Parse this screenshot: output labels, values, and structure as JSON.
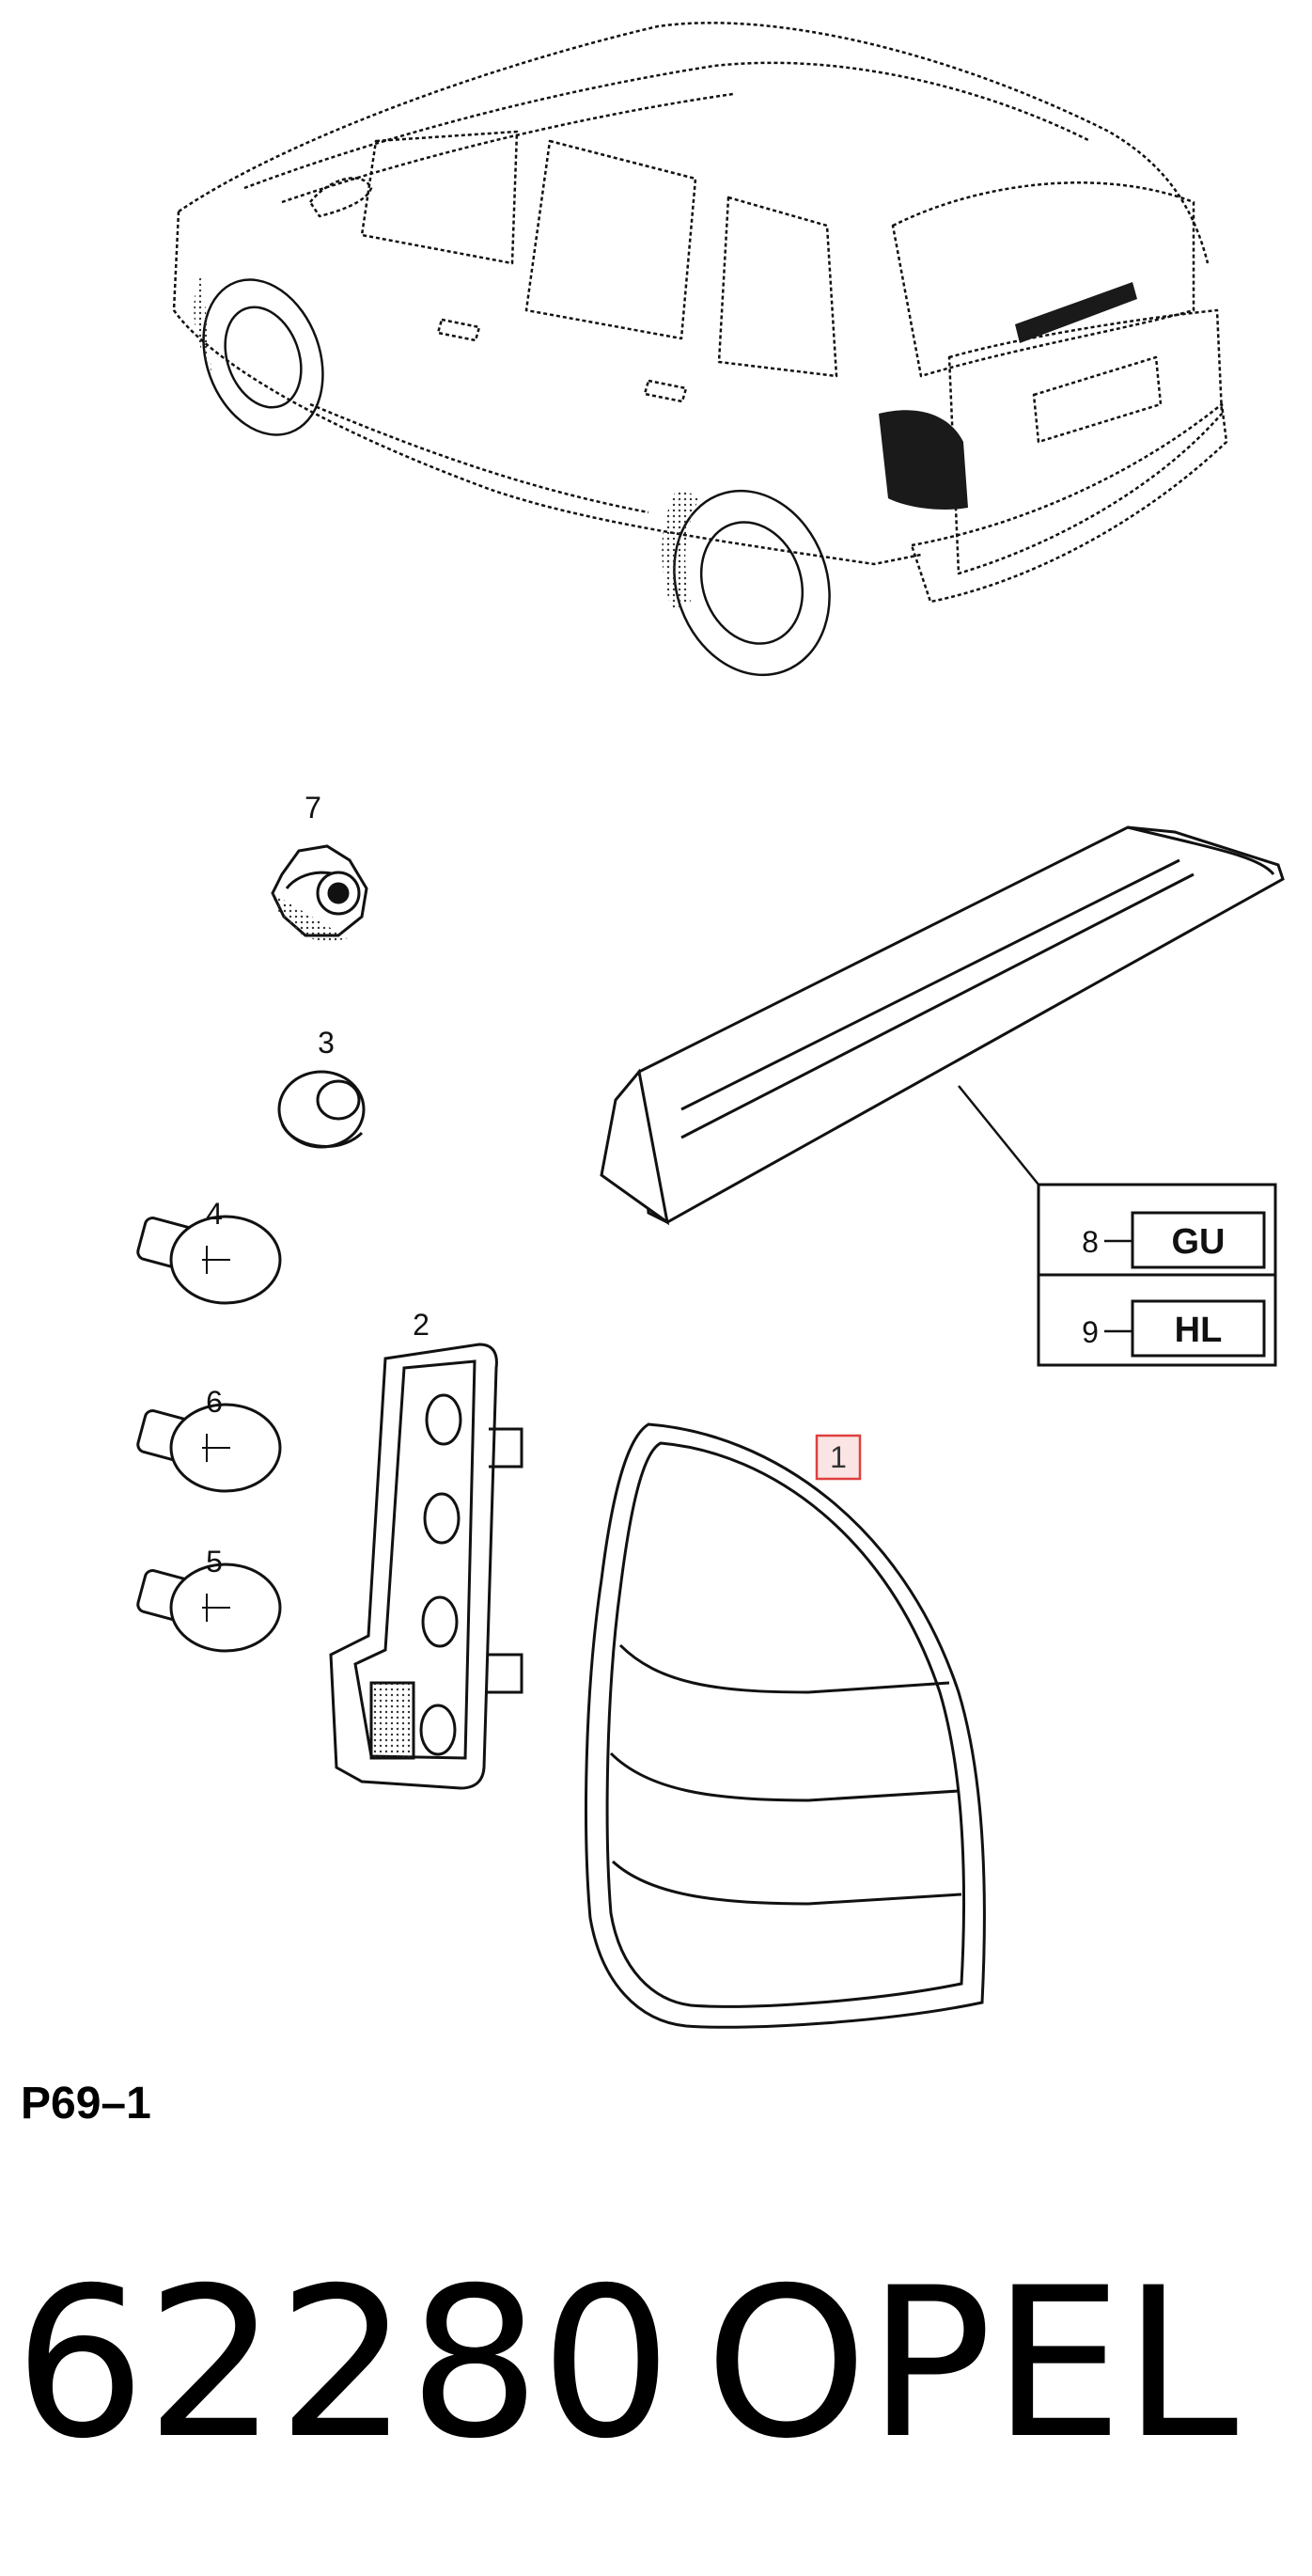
{
  "diagram": {
    "callouts": {
      "c1": "1",
      "c2": "2",
      "c3": "3",
      "c4": "4",
      "c5": "5",
      "c6": "6",
      "c7": "7",
      "c8": "8",
      "c9": "9"
    },
    "variants": [
      {
        "index": "8",
        "code": "GU"
      },
      {
        "index": "9",
        "code": "HL"
      }
    ],
    "highlighted_part": "1",
    "highlight_color": "#e04040",
    "page_ref": "P69–1",
    "catalog_number": "62280",
    "brand": "OPEL",
    "line_color": "#111111",
    "tail_lamp_fill": "#1a1a1a"
  }
}
